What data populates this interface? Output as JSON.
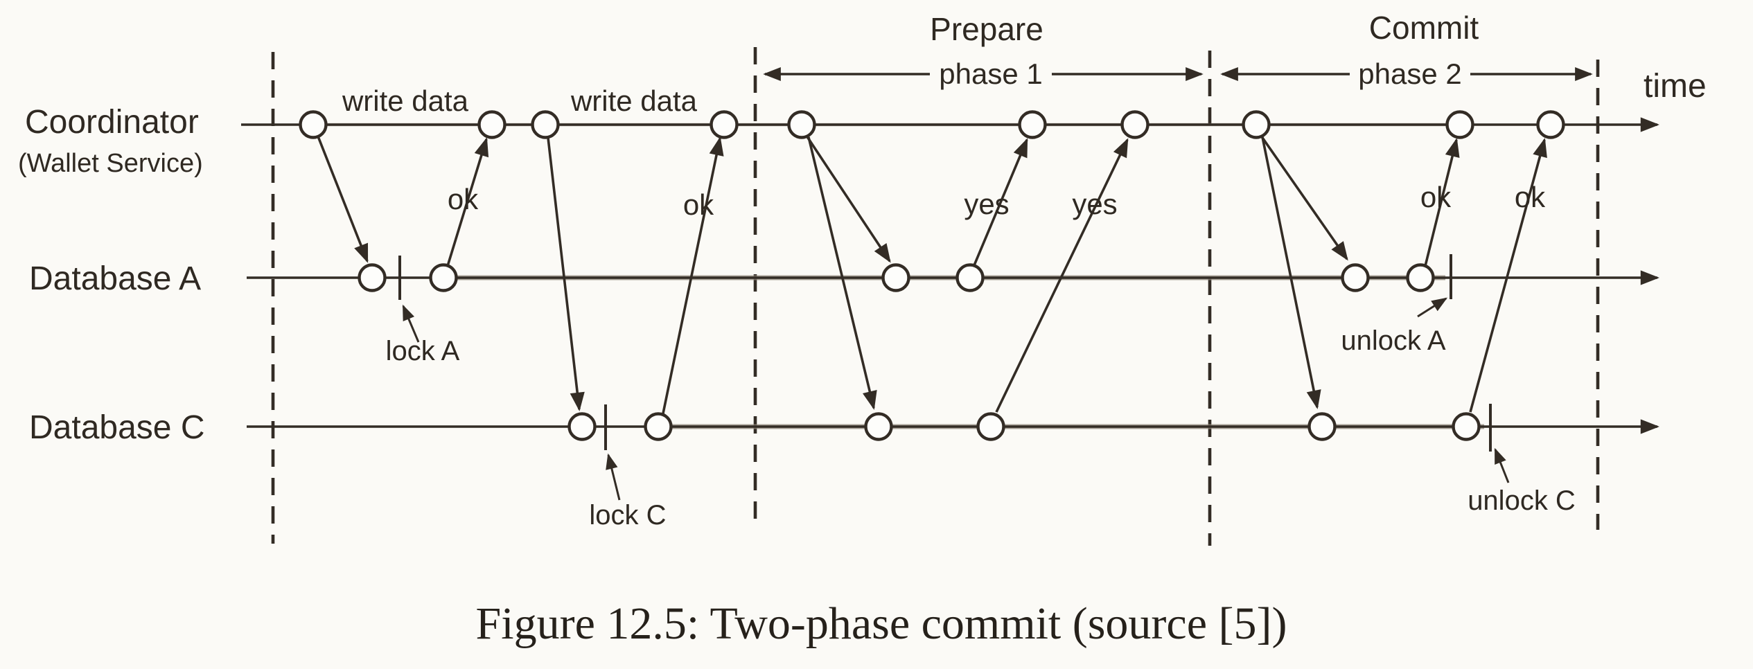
{
  "figure": {
    "caption": "Figure 12.5: Two-phase commit (source [5])",
    "time_label": "time",
    "lanes": [
      {
        "label": "Coordinator",
        "sublabel": "(Wallet Service)"
      },
      {
        "label": "Database A"
      },
      {
        "label": "Database C"
      }
    ],
    "phases": [
      {
        "title": "Prepare",
        "span": "phase 1"
      },
      {
        "title": "Commit",
        "span": "phase 2"
      }
    ],
    "labels": {
      "write_data_1": "write data",
      "write_data_2": "write data",
      "ok_write_1": "ok",
      "ok_write_2": "ok",
      "yes_a": "yes",
      "yes_c": "yes",
      "ok_commit_a": "ok",
      "ok_commit_c": "ok"
    },
    "annotations": {
      "lock_a": "lock A",
      "lock_c": "lock C",
      "unlock_a": "unlock A",
      "unlock_c": "unlock C"
    },
    "colors": {
      "ink": "#332c25",
      "paper": "#fbfaf6",
      "timeline_band": "#8e8478"
    }
  }
}
